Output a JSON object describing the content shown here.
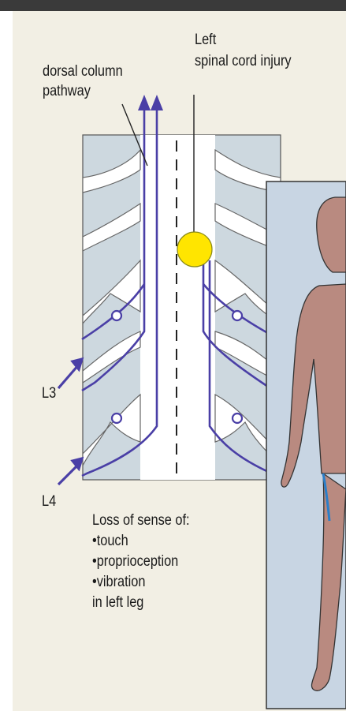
{
  "labels": {
    "dorsal_column": [
      "dorsal column",
      "pathway"
    ],
    "injury": [
      "Left",
      "spinal cord injury"
    ],
    "level_upper": "L3",
    "level_lower": "L4"
  },
  "deficit": {
    "heading": "Loss of sense of:",
    "items": [
      "•touch",
      "•proprioception",
      "•vibration"
    ],
    "footer": "in left leg"
  },
  "colors": {
    "top_bar": "#3a3a3a",
    "page_bg": "#f2efe4",
    "cord_bg": "#cdd8df",
    "nerve_white": "#ffffff",
    "pathway": "#4a3fa6",
    "injury": "#ffe500",
    "figure_panel": "#c8d5e3",
    "skin": "#b98a80",
    "outline": "#333333"
  }
}
